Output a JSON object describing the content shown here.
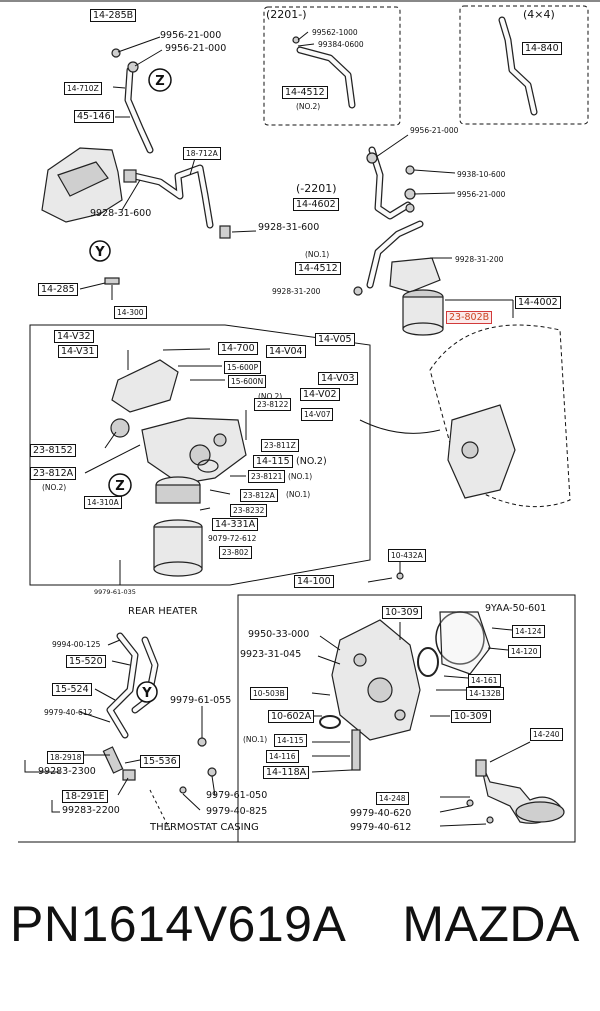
{
  "caption": {
    "part_number": "PN1614V619A",
    "brand": "MAZDA"
  },
  "callouts": {
    "group_2201_post": "(2201-)",
    "group_2201_pre": "(-2201)",
    "group_4x4": "(4×4)",
    "no1": "(NO.1)",
    "no2": "(NO.2)",
    "no2_b": "(NO.2)",
    "no1_b": "(NO.1)",
    "no2_c": "(NO.2)",
    "no2_d": "(NO.2)",
    "no1_c": "(NO.1)",
    "no1_d": "(NO.1)",
    "z1": "Z",
    "z2": "Z",
    "y1": "Y",
    "y2": "Y"
  },
  "parts": {
    "p_14_285b": "14-285B",
    "p_9956_21_000_a": "9956-21-000",
    "p_9956_21_000_b": "9956-21-000",
    "p_14_710z": "14-710Z",
    "p_45_146": "45-146",
    "p_18_712a": "18-712A",
    "p_9928_31_600_a": "9928-31-600",
    "p_9928_31_600_b": "9928-31-600",
    "p_99562_1000": "99562-1000",
    "p_99384_0600": "99384-0600",
    "p_14_4512_a": "14-4512",
    "p_14_840": "14-840",
    "p_9956_21_000_c": "9956-21-000",
    "p_9938_10_600": "9938-10-600",
    "p_9956_21_000_d": "9956-21-000",
    "p_14_4602": "14-4602",
    "p_14_4512_b": "14-4512",
    "p_9928_31_200_a": "9928-31-200",
    "p_9928_31_200_b": "9928-31-200",
    "p_14_4002": "14-4002",
    "p_23_802b": "23-802B",
    "p_14_285": "14-285",
    "p_14_300": "14-300",
    "p_14_v32": "14-V32",
    "p_14_v31": "14-V31",
    "p_14_700": "14-700",
    "p_14_v04": "14-V04",
    "p_14_v05": "14-V05",
    "p_15_600p": "15-600P",
    "p_15_600n": "15-600N",
    "p_14_v03": "14-V03",
    "p_14_v02": "14-V02",
    "p_23_8122": "23-8122",
    "p_14_v07": "14-V07",
    "p_23_8152": "23-8152",
    "p_23_811z": "23-811Z",
    "p_14_115": "14-115",
    "p_23_812a": "23-812A",
    "p_23_8121": "23-8121",
    "p_14_310a": "14-310A",
    "p_23_812a_b": "23-812A",
    "p_23_8232": "23-8232",
    "p_14_331a": "14-331A",
    "p_9079_72_612": "9079-72-612",
    "p_23_802": "23-802",
    "p_9979_61_035": "9979-61-035",
    "p_10_432a": "10-432A",
    "p_14_100": "14-100",
    "p_rear_heater": "REAR HEATER",
    "p_9994_00_125": "9994-00-125",
    "p_15_520": "15-520",
    "p_9950_33_000": "9950-33-000",
    "p_10_309_a": "10-309",
    "p_9yaa_50_601": "9YAA-50-601",
    "p_14_124": "14-124",
    "p_14_120": "14-120",
    "p_9923_31_045": "9923-31-045",
    "p_15_524": "15-524",
    "p_14_161": "14-161",
    "p_14_132b": "14-132B",
    "p_10_503b": "10-503B",
    "p_9979_61_055": "9979-61-055",
    "p_10_602a": "10-602A",
    "p_10_309_b": "10-309",
    "p_9979_40_612_a": "9979-40-612",
    "p_14_115_b": "14-115",
    "p_14_116": "14-116",
    "p_14_118a": "14-118A",
    "p_18_2918": "18-2918",
    "p_99283_2300": "99283-2300",
    "p_15_536": "15-536",
    "p_14_240": "14-240",
    "p_14_248": "14-248",
    "p_18_291e": "18-291E",
    "p_99283_2200": "99283-2200",
    "p_9979_61_050": "9979-61-050",
    "p_9979_40_825": "9979-40-825",
    "p_9979_40_620": "9979-40-620",
    "p_9979_40_612_b": "9979-40-612",
    "p_thermostat": "THERMOSTAT CASING"
  }
}
